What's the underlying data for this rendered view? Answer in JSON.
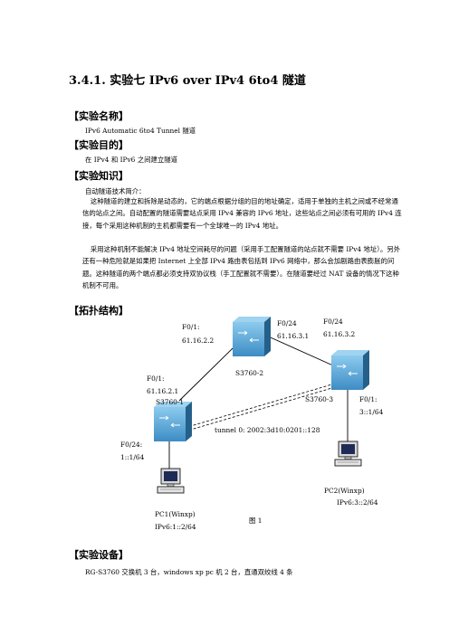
{
  "heading": "3.4.1. 实验七  IPv6 over IPv4 6to4 隧道",
  "sections": {
    "name_title": "【实验名称】",
    "name_text": "IPv6 Automatic 6to4 Tunnel 隧道",
    "goal_title": "【实验目的】",
    "goal_text": "在 IPv4 和 IPv6 之间建立隧道",
    "knowledge_title": "【实验知识】",
    "knowledge_intro": "自动隧道技术简介：",
    "knowledge_p1": "这种隧道的建立和拆除是动态的，它的端点根据分组的目的地址确定，适用于单独的主机之间或不经常通信的站点之间。自动配置的隧道需要站点采用 IPv4 兼容的 IPv6 地址，这些站点之间必须有可用的 IPv4 连接，每个采用这种机制的主机都需要有一个全球唯一的 IPv4 地址。",
    "knowledge_p2": "采用这种机制不能解决 IPv4 地址空间耗尽的问题（采用手工配置隧道的站点就不需要 IPv4 地址）。另外还有一种危险就是如果把 Internet 上全部 IPv4 路由表包括到 IPv6 网络中，那么会加剧路由表膨胀的问题。这种隧道的两个端点都必须支持双协议栈（手工配置就不需要）。在隧道要经过 NAT 设备的情况下这种机制不可用。",
    "topology_title": "【拓扑结构】",
    "equipment_title": "【实验设备】",
    "equipment_text": "RG-S3760  交换机 3 台，windows xp pc 机 2 台，直通双绞线 4 条"
  },
  "diagram": {
    "s2_port_label": "F0/1:",
    "s2_ip_label": "61.16.2.2",
    "s2_right_port": "F0/24",
    "s2_right_ip": "61.16.3.1",
    "s3_port_label": "F0/24",
    "s3_ip_label": "61.16.3.2",
    "s1_port_label": "F0/1:",
    "s1_ip_label": "61.16.2.1",
    "s1_name": "S3760-1",
    "s2_name": "S3760-2",
    "s3_name": "S3760-3",
    "s3_down_port": "F0/1:",
    "s3_down_ip": "3::1/64",
    "tunnel_label": "tunnel 0: 2002:3d10:0201::128",
    "s1_down_port": "F0/24:",
    "s1_down_ip": "1::1/64",
    "pc2_name": "PC2(Winxp)",
    "pc2_ip": "IPv6:3::2/64",
    "pc1_name": "PC1(Winxp)",
    "pc1_ip": "IPv6:1::2/64",
    "figure_caption": "图 1"
  },
  "colors": {
    "switch_fill": "#56a8d6",
    "switch_dark": "#2d6f9e",
    "line": "#000000"
  }
}
